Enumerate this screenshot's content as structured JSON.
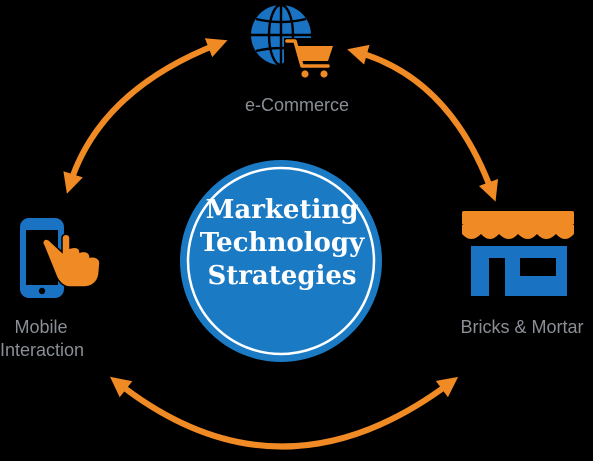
{
  "center": {
    "line1": "Marketing",
    "line2": "Technology",
    "line3": "Strategies"
  },
  "nodes": {
    "ecommerce": {
      "label": "e-Commerce",
      "icon": "globe-cart-icon"
    },
    "mobile": {
      "label_line1": "Mobile",
      "label_line2": "Interaction",
      "icon": "smartphone-touch-icon"
    },
    "bricks": {
      "label": "Bricks & Mortar",
      "icon": "storefront-icon"
    }
  },
  "colors": {
    "background": "#000000",
    "circle_fill": "#1a7ac4",
    "circle_ring": "#ffffff",
    "arrow": "#f08a24",
    "icon_blue": "#1a72c2",
    "icon_orange": "#f08a24",
    "label_gray": "#8a8f96"
  }
}
